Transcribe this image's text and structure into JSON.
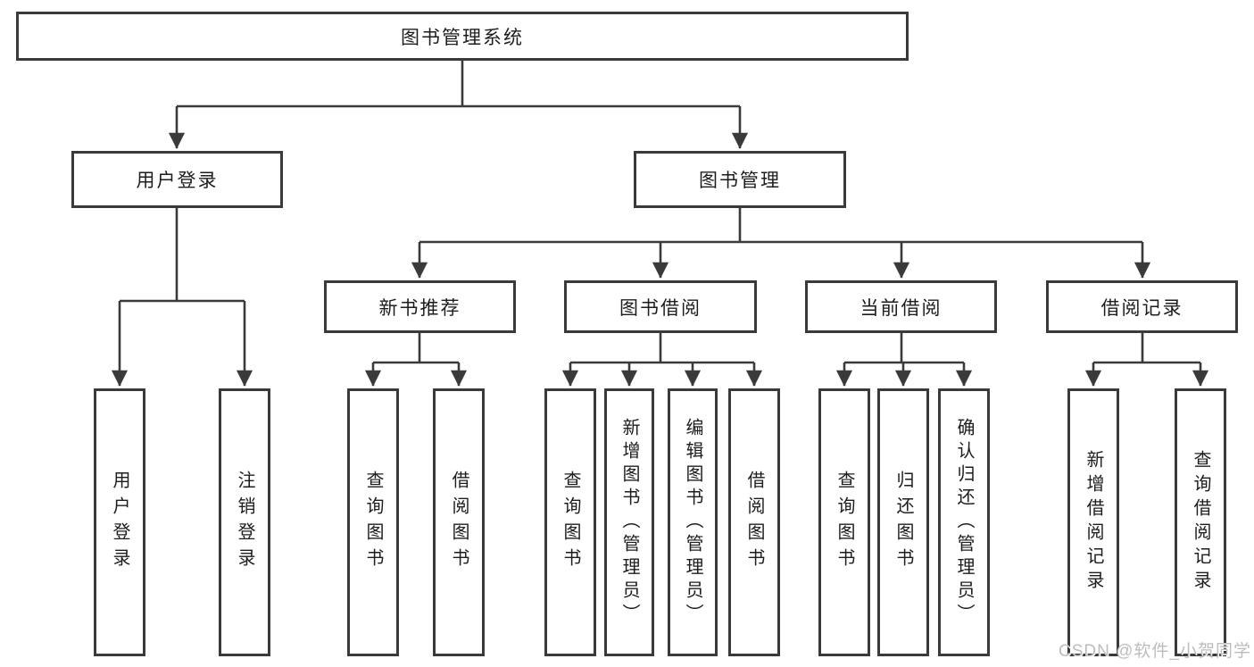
{
  "colors": {
    "line": "#3a3a3a",
    "text": "#1d1d1d",
    "box_background": "#ffffff",
    "page_background": "#ffffff",
    "watermark": "#bdbdbd"
  },
  "diagram": {
    "root": {
      "label": "图书管理系统"
    },
    "level2": [
      {
        "label": "用户登录"
      },
      {
        "label": "图书管理"
      }
    ],
    "level3": [
      {
        "label": "新书推荐"
      },
      {
        "label": "图书借阅"
      },
      {
        "label": "当前借阅"
      },
      {
        "label": "借阅记录"
      }
    ],
    "leaves": [
      {
        "label": "用户登录"
      },
      {
        "label": "注销登录"
      },
      {
        "label": "查询图书"
      },
      {
        "label": "借阅图书"
      },
      {
        "label": "查询图书"
      },
      {
        "label": "新增图书（管理员）"
      },
      {
        "label": "编辑图书（管理员）"
      },
      {
        "label": "借阅图书"
      },
      {
        "label": "查询图书"
      },
      {
        "label": "归还图书"
      },
      {
        "label": "确认归还（管理员）"
      },
      {
        "label": "新增借阅记录"
      },
      {
        "label": "查询借阅记录"
      }
    ]
  },
  "watermark": {
    "text": "CSDN @软件_小贺同学"
  }
}
